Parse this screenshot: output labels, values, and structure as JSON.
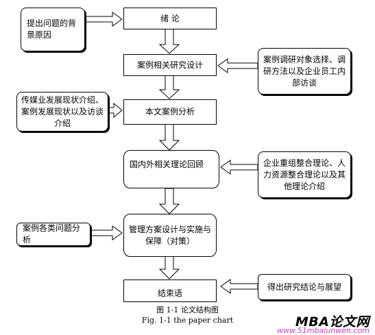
{
  "diagram": {
    "center": {
      "intro": "绪 论",
      "case_design": "案例相关研究设计",
      "case_analysis": "本文案例分析",
      "lit_review": "国内外相关理论回顾",
      "mgmt_design": "管理方案设计与实施与保障（对策）",
      "conclusion": "结束语"
    },
    "left": {
      "background": "提出问题的背景原因",
      "media": "传媒业发展现状介绍、案例发展现状以及访谈介绍",
      "problems": "案例各类问题分析"
    },
    "right": {
      "research_methods": "案例调研对象选择、调研方法以及企业员工内部访谈",
      "theories": "企业重组整合理论、人力资源整合理论以及其他理论介绍",
      "outlook": "得出研究结论与展望"
    }
  },
  "captions": {
    "cn": "图 1-1 论文结构图",
    "en": "Fig. 1-1 the paper chart"
  },
  "watermark": {
    "logo": "MBA论文网",
    "url": "www.51mbalunwen.com"
  }
}
